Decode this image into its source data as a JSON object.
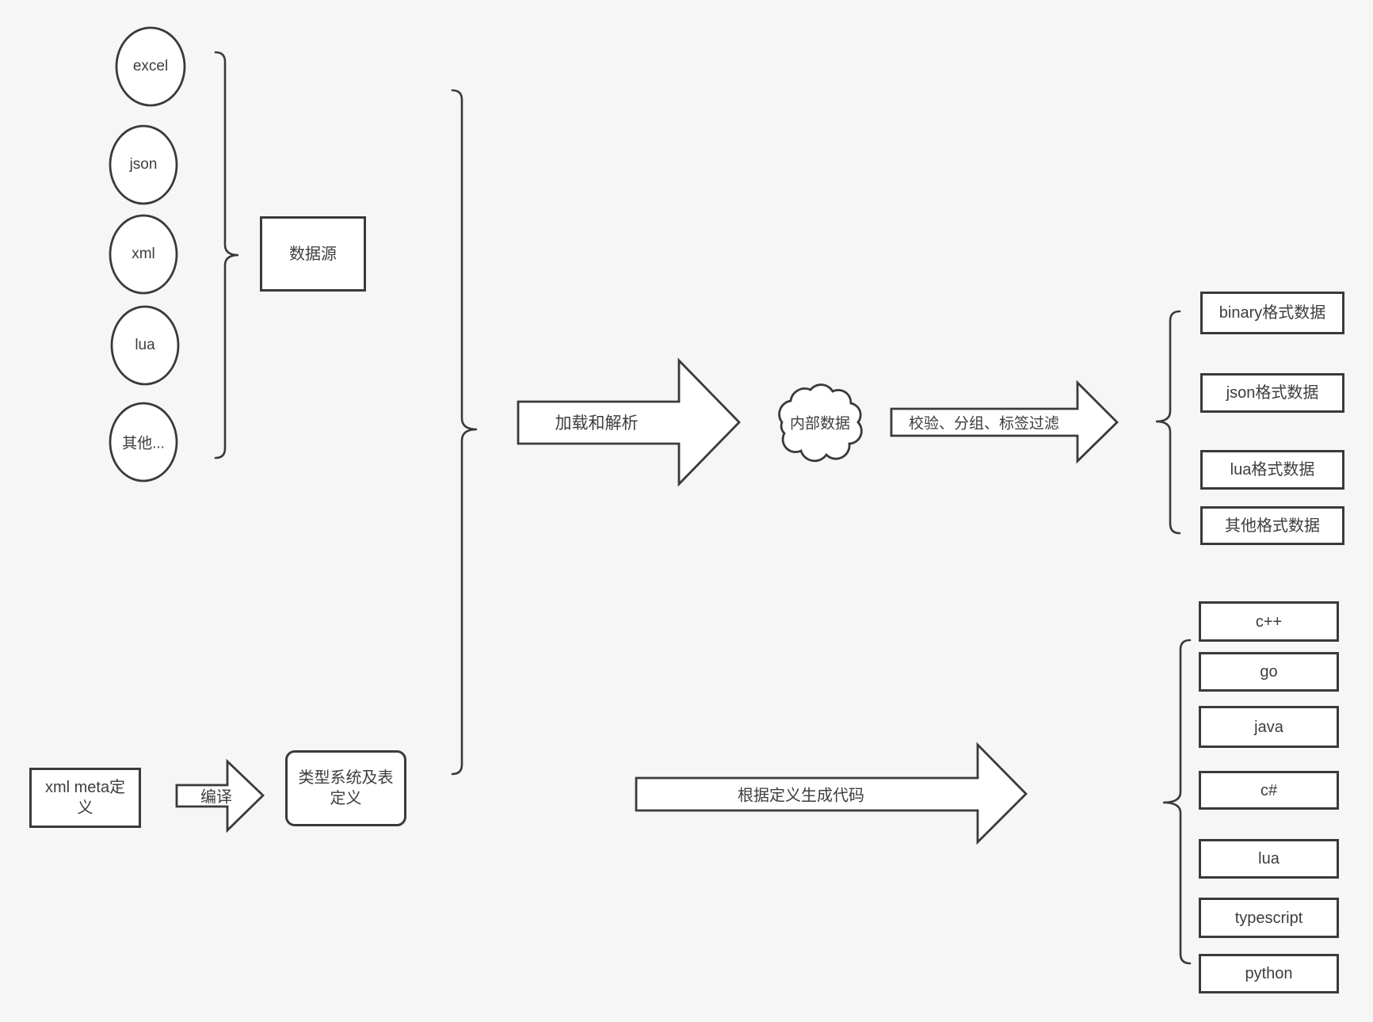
{
  "diagram": {
    "background_color": "#f6f6f6",
    "stroke_color": "#3a3a3a",
    "shape_fill": "#ffffff"
  },
  "sources": {
    "group_label": "数据源",
    "items": [
      "excel",
      "json",
      "xml",
      "lua",
      "其他..."
    ]
  },
  "flow": {
    "load_parse_arrow": "加载和解析",
    "internal_data_cloud": "内部数据",
    "filter_arrow": "校验、分组、标签过滤"
  },
  "data_outputs": [
    "binary格式数据",
    "json格式数据",
    "lua格式数据",
    "其他格式数据"
  ],
  "definition_flow": {
    "xml_meta_box": "xml meta定义",
    "compile_arrow": "编译",
    "type_system_box": "类型系统及表定义",
    "generate_code_arrow": "根据定义生成代码"
  },
  "languages": [
    "c++",
    "go",
    "java",
    "c#",
    "lua",
    "typescript",
    "python"
  ]
}
